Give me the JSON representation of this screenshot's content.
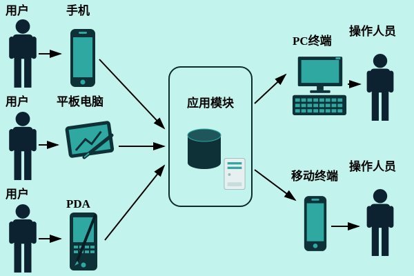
{
  "diagram": {
    "background_color": "#c2f3ec",
    "colors": {
      "background_color": "#c2f3ec",
      "silhouette": "#0c2230",
      "device_dark": "#0e3138",
      "screen_teal": "#2fa8a2",
      "cylinder_top": "#1f565c",
      "server_body": "#e6f0f0",
      "arrow": "#000000",
      "module_border": "#0b2b2b",
      "label_text": "#000000"
    },
    "labels": {
      "user1": "用户",
      "user2": "用户",
      "user3": "用户",
      "phone": "手机",
      "tablet": "平板电脑",
      "pda": "PDA",
      "app_module": "应用模块",
      "pc_terminal": "PC终端",
      "operator_top": "操作人员",
      "mobile_terminal": "移动终端",
      "operator_bottom": "操作人员"
    },
    "connections": [
      {
        "from": "user1",
        "to": "phone"
      },
      {
        "from": "user2",
        "to": "tablet"
      },
      {
        "from": "user3",
        "to": "pda"
      },
      {
        "from": "phone",
        "to": "app_module"
      },
      {
        "from": "tablet",
        "to": "app_module"
      },
      {
        "from": "pda",
        "to": "app_module"
      },
      {
        "from": "app_module",
        "to": "pc_terminal"
      },
      {
        "from": "app_module",
        "to": "mobile_terminal"
      },
      {
        "from": "pc_terminal",
        "to": "operator_top"
      },
      {
        "from": "mobile_terminal",
        "to": "operator_bottom"
      }
    ]
  }
}
